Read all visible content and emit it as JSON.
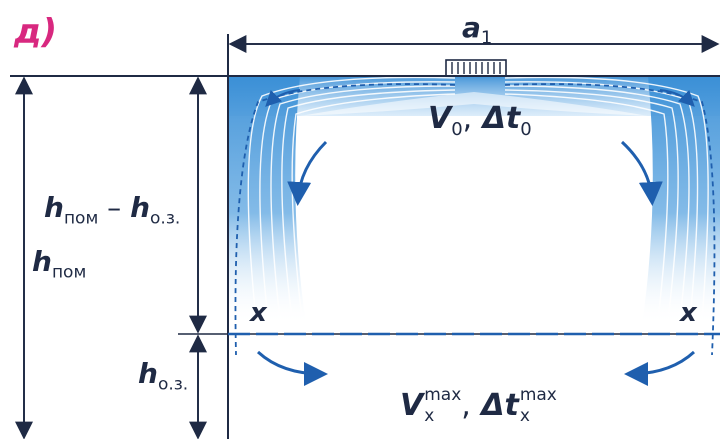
{
  "panel_letter": "д)",
  "labels": {
    "width": {
      "main": "a",
      "sub": "1"
    },
    "supply": {
      "v_main": "V",
      "v_sub": "0",
      "sep": ",",
      "dt_main": "Δt",
      "dt_sub": "0"
    },
    "h_room_minus_oz": {
      "a_main": "h",
      "a_sub": "пом",
      "dash": " – ",
      "b_main": "h",
      "b_sub": "о.з."
    },
    "h_room": {
      "main": "h",
      "sub": "пом"
    },
    "h_oz": {
      "main": "h",
      "sub": "о.з."
    },
    "x_left": "x",
    "x_right": "x",
    "bottom": {
      "v_main": "V",
      "v_sub": "x",
      "v_sup": "max",
      "sep": ",",
      "dt_main": "Δt",
      "dt_sub": "x",
      "dt_sup": "max"
    }
  },
  "colors": {
    "text": "#1f2a44",
    "accent": "#d8287f",
    "flow": "#3a8fd6",
    "arrow": "#1f5fae"
  }
}
